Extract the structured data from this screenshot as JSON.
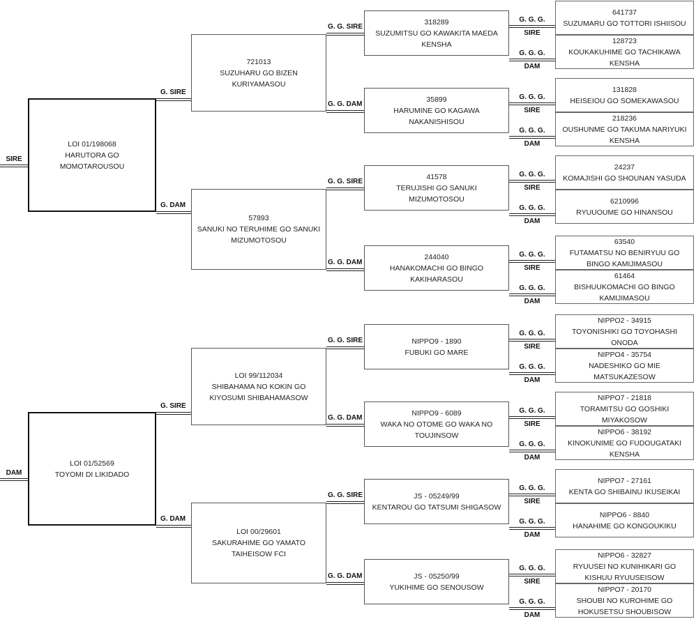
{
  "labels": {
    "sire": "SIRE",
    "dam": "DAM",
    "g_sire": "G. SIRE",
    "g_dam": "G. DAM",
    "gg_sire": "G. G. SIRE",
    "gg_dam": "G. G. DAM",
    "ggg": "G. G. G."
  },
  "sire": {
    "reg": "LOI 01/198068",
    "name": "HARUTORA GO MOMOTAROUSOU",
    "sire": {
      "reg": "721013",
      "name": "SUZUHARU GO BIZEN KURIYAMASOU",
      "sire": {
        "reg": "318289",
        "name": "SUZUMITSU GO KAWAKITA MAEDA KENSHA",
        "sire": {
          "reg": "641737",
          "name": "SUZUMARU GO TOTTORI ISHIISOU"
        },
        "dam": {
          "reg": "128723",
          "name": "KOUKAKUHIME GO TACHIKAWA KENSHA"
        }
      },
      "dam": {
        "reg": "35899",
        "name": "HARUMINE GO KAGAWA NAKANISHISOU",
        "sire": {
          "reg": "131828",
          "name": "HEISEIOU GO SOMEKAWASOU"
        },
        "dam": {
          "reg": "218236",
          "name": "OUSHUNME GO TAKUMA NARIYUKI KENSHA"
        }
      }
    },
    "dam": {
      "reg": "57893",
      "name": "SANUKI NO TERUHIME GO SANUKI MIZUMOTOSOU",
      "sire": {
        "reg": "41578",
        "name": "TERUJISHI GO SANUKI MIZUMOTOSOU",
        "sire": {
          "reg": "24237",
          "name": "KOMAJISHI GO SHOUNAN YASUDA"
        },
        "dam": {
          "reg": "6210996",
          "name": "RYUUOUME GO HINANSOU"
        }
      },
      "dam": {
        "reg": "244040",
        "name": "HANAKOMACHI GO BINGO KAKIHARASOU",
        "sire": {
          "reg": "63540",
          "name": "FUTAMATSU NO BENIRYUU GO BINGO KAMIJIMASOU"
        },
        "dam": {
          "reg": "61464",
          "name": "BISHUUKOMACHI GO BINGO KAMIJIMASOU"
        }
      }
    }
  },
  "dam": {
    "reg": "LOI 01/52569",
    "name": "TOYOMI DI LIKIDADO",
    "sire": {
      "reg": "LOI 99/112034",
      "name": "SHIBAHAMA NO KOKIN GO KIYOSUMI SHIBAHAMASOW",
      "sire": {
        "reg": "NIPPO9 - 1890",
        "name": "FUBUKI GO MARE",
        "sire": {
          "reg": "NIPPO2 - 34915",
          "name": "TOYONISHIKI GO TOYOHASHI ONODA"
        },
        "dam": {
          "reg": "NIPPO4 - 35754",
          "name": "NADESHIKO GO MIE MATSUKAZESOW"
        }
      },
      "dam": {
        "reg": "NIPPO9 - 6089",
        "name": "WAKA NO OTOME GO WAKA NO TOUJINSOW",
        "sire": {
          "reg": "NIPPO7 - 21818",
          "name": "TORAMITSU GO GOSHIKI MIYAKOSOW"
        },
        "dam": {
          "reg": "NIPPO6 - 38192",
          "name": "KINOKUNIME GO FUDOUGATAKI KENSHA"
        }
      }
    },
    "dam": {
      "reg": "LOI 00/29601",
      "name": "SAKURAHIME GO YAMATO TAIHEISOW FCI",
      "sire": {
        "reg": "JS - 05249/99",
        "name": "KENTAROU GO TATSUMI SHIGASOW",
        "sire": {
          "reg": "NIPPO7 - 27161",
          "name": "KENTA GO SHIBAINU IKUSEIKAI"
        },
        "dam": {
          "reg": "NIPPO6 - 8840",
          "name": "HANAHIME GO KONGOUKIKU"
        }
      },
      "dam": {
        "reg": "JS - 05250/99",
        "name": "YUKIHIME GO SENOUSOW",
        "sire": {
          "reg": "NIPPO6 - 32827",
          "name": "RYUUSEI NO KUNIHIKARI GO KISHUU RYUUSEISOW"
        },
        "dam": {
          "reg": "NIPPO7 - 20170",
          "name": "SHOUBI NO KUROHIME GO HOKUSETSU SHOUBISOW"
        }
      }
    }
  }
}
